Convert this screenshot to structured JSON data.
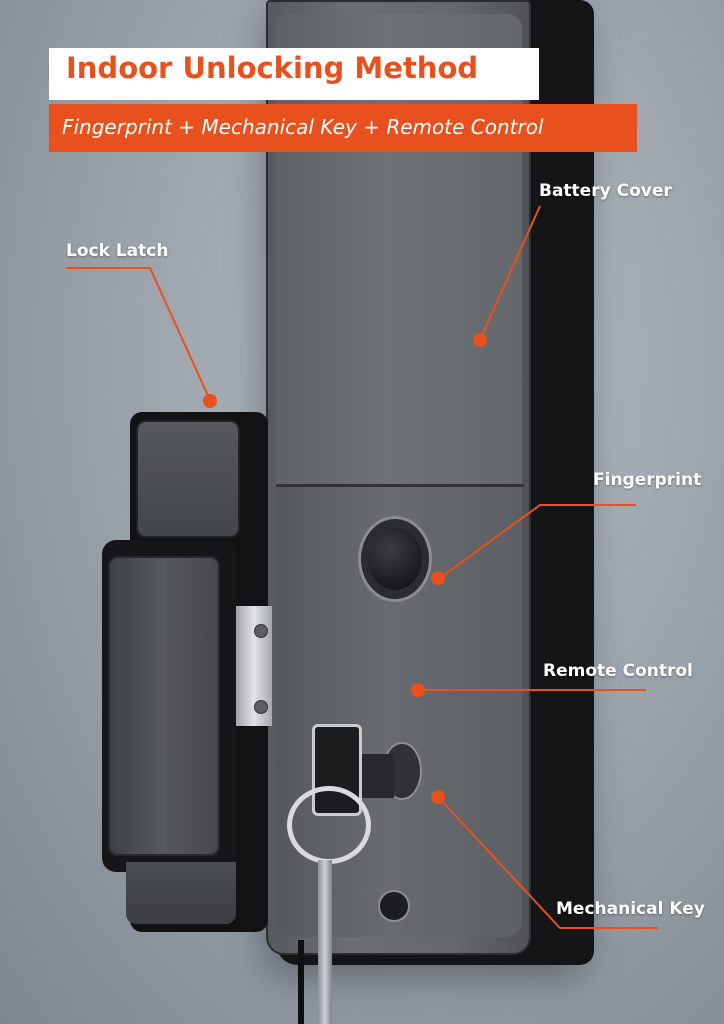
{
  "header": {
    "title": "Indoor Unlocking Method",
    "subtitle": "Fingerprint + Mechanical Key + Remote Control"
  },
  "callouts": {
    "battery_cover": "Battery Cover",
    "lock_latch": "Lock Latch",
    "fingerprint": "Fingerprint",
    "remote_control": "Remote Control",
    "mechanical_key": "Mechanical Key"
  },
  "colors": {
    "accent": "#e8511e",
    "label_text": "#ffffff",
    "lock_body": "#131517"
  }
}
